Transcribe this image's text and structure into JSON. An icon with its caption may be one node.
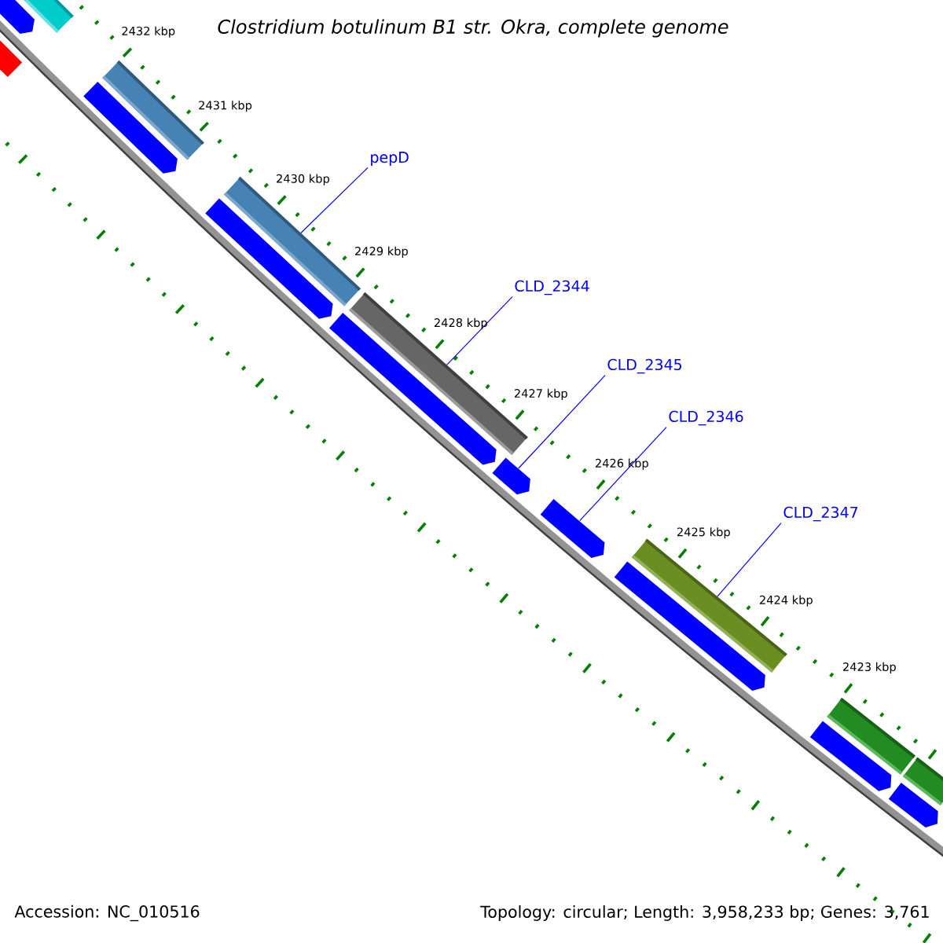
{
  "diagram": {
    "title": "Clostridium botulinum B1 str. Okra, complete genome",
    "nodes": [
      {
        "text": [
          "pepD"
        ]
      },
      {
        "text": [
          "CLD_2344"
        ]
      },
      {
        "text": [
          "CLD_2345"
        ]
      },
      {
        "text": [
          "CLD_2346"
        ]
      },
      {
        "text": [
          "CLD_2347"
        ]
      },
      {
        "text": [],
        "shape": "bar"
      },
      {
        "text": [],
        "shape": "arrow"
      },
      {
        "text": [],
        "shape": "arrow"
      },
      {
        "text": [],
        "shape": "bar"
      },
      {
        "text": [],
        "shape": "arrow"
      },
      {
        "text": [],
        "shape": "bar"
      },
      {
        "text": [],
        "shape": "arrow"
      },
      {
        "text": [],
        "shape": "bar"
      },
      {
        "text": [],
        "shape": "arrow"
      },
      {
        "text": [],
        "shape": "arrow"
      },
      {
        "text": [],
        "shape": "arrow"
      },
      {
        "text": [],
        "shape": "bar"
      },
      {
        "text": [],
        "shape": "arrow"
      },
      {
        "text": [],
        "shape": "bar"
      },
      {
        "text": [],
        "shape": "arrow"
      },
      {
        "text": [],
        "shape": "bar"
      },
      {
        "text": [],
        "shape": "arrow"
      }
    ],
    "edges": [
      {
        "from": 0,
        "to": 10,
        "arrow": "none"
      },
      {
        "from": 1,
        "to": 12,
        "arrow": "none"
      },
      {
        "from": 2,
        "to": 14,
        "arrow": "none"
      },
      {
        "from": 3,
        "to": 15,
        "arrow": "none"
      },
      {
        "from": 4,
        "to": 16,
        "arrow": "none"
      }
    ],
    "labels": [
      "2432 kbp",
      "2431 kbp",
      "2430 kbp",
      "2429 kbp",
      "2428 kbp",
      "2427 kbp",
      "2426 kbp",
      "2425 kbp",
      "2424 kbp",
      "2423 kbp",
      "Accession: NC_010516",
      "Topology: circular; Length: 3,958,233 bp; Genes: 3,761"
    ]
  }
}
